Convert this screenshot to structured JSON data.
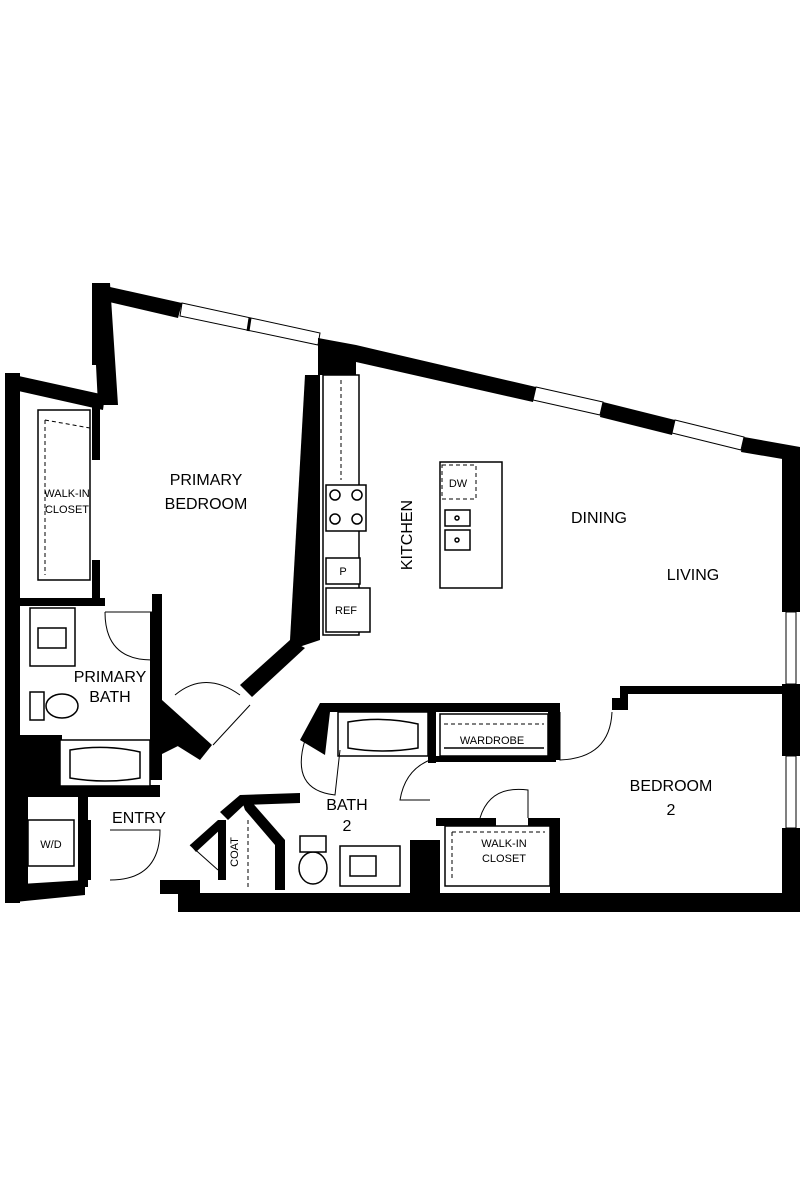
{
  "rooms": {
    "primary_bedroom": [
      "PRIMARY",
      "BEDROOM"
    ],
    "walk_in_closet_primary": [
      "WALK-IN",
      "CLOSET"
    ],
    "primary_bath": [
      "PRIMARY",
      "BATH"
    ],
    "kitchen": "KITCHEN",
    "dining": "DINING",
    "living": "LIVING",
    "entry": "ENTRY",
    "wd": "W/D",
    "coat": "COAT",
    "bath2": [
      "BATH",
      "2"
    ],
    "wardrobe": "WARDROBE",
    "bedroom2": [
      "BEDROOM",
      "2"
    ],
    "walk_in_closet_2": [
      "WALK-IN",
      "CLOSET"
    ]
  },
  "appliances": {
    "dishwasher": "DW",
    "pantry": "P",
    "refrigerator": "REF"
  }
}
